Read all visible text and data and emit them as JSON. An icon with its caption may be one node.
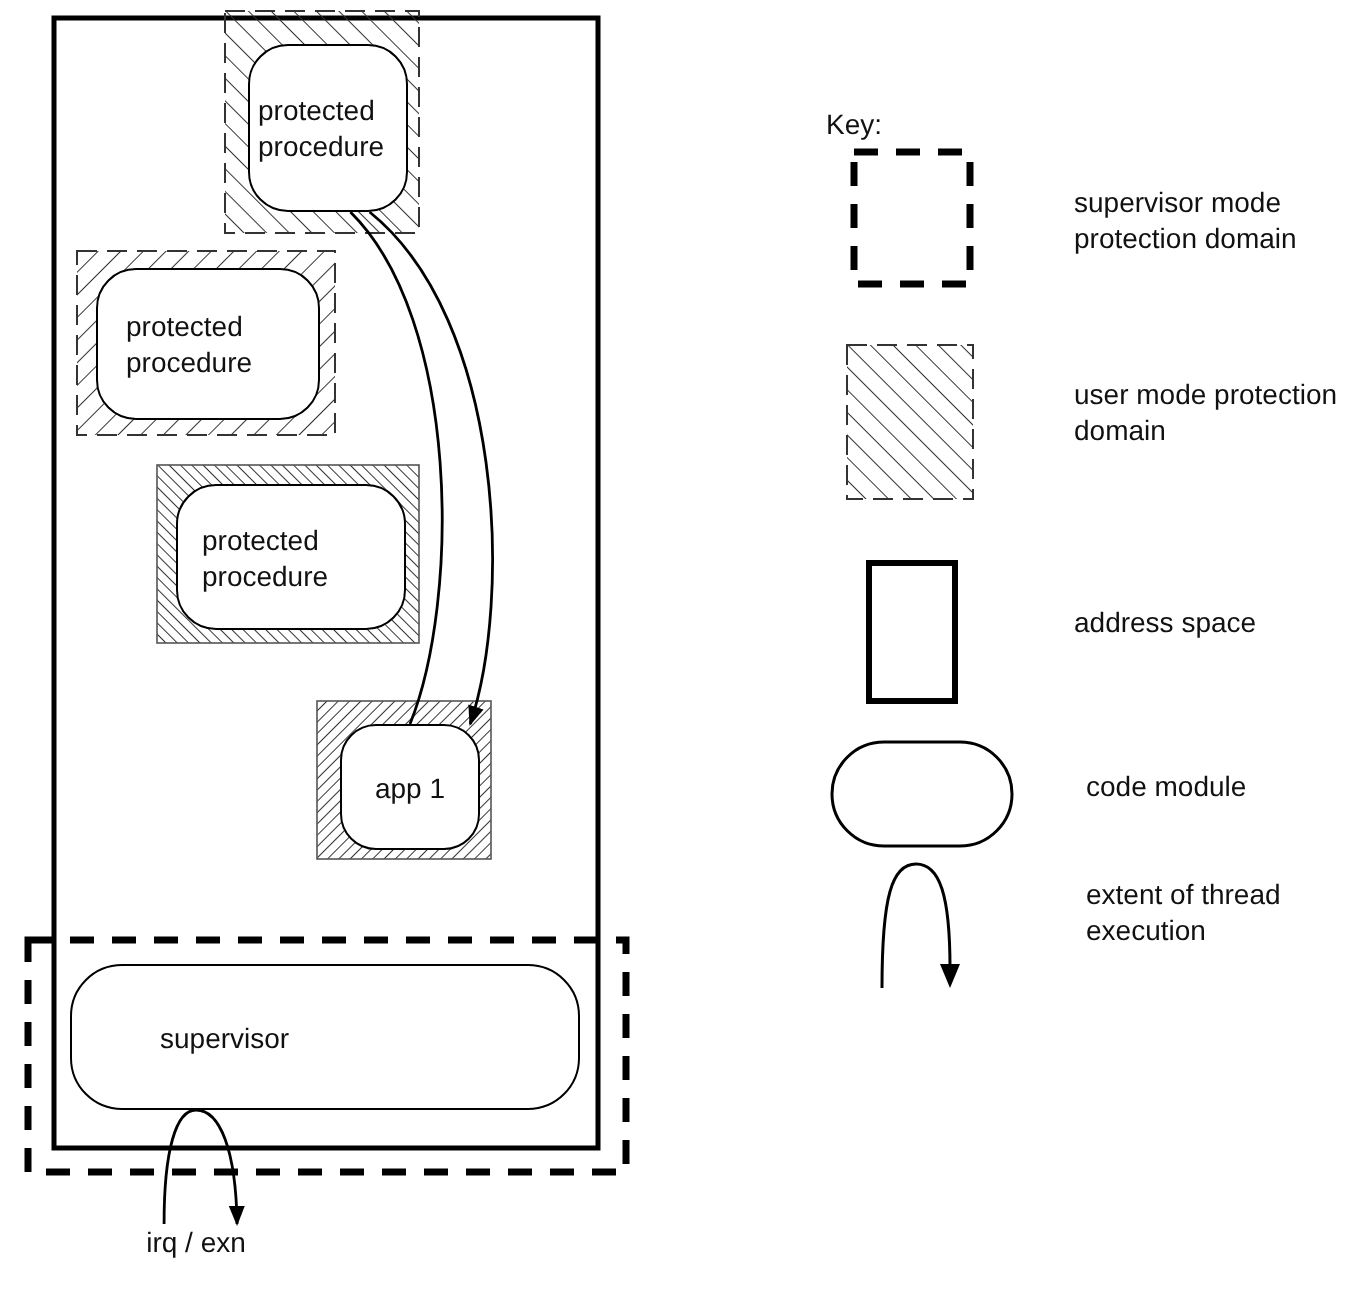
{
  "diagram": {
    "nodes": [
      {
        "text": [],
        "shape": "box"
      },
      {
        "text": [],
        "shape": "box",
        "in": 0
      },
      {
        "text": [
          "protected procedure"
        ],
        "in": 1
      },
      {
        "text": [],
        "shape": "box",
        "in": 0
      },
      {
        "text": [
          "protected procedure"
        ],
        "in": 3
      },
      {
        "text": [],
        "shape": "box",
        "in": 0
      },
      {
        "text": [
          "protected procedure"
        ],
        "in": 5
      },
      {
        "text": [],
        "shape": "box",
        "in": 0
      },
      {
        "text": [
          "app 1"
        ],
        "in": 7
      },
      {
        "text": [],
        "shape": "box"
      },
      {
        "text": [
          "supervisor"
        ],
        "in": 9
      },
      {
        "text": [
          "irq / exn"
        ]
      }
    ],
    "edges": [
      {
        "from": 8,
        "to": 2,
        "arrow": "none"
      },
      {
        "from": 2,
        "to": 8,
        "arrow": "to"
      },
      {
        "from": 11,
        "to": 10,
        "arrow": "none"
      },
      {
        "from": 10,
        "to": 11,
        "arrow": "to"
      }
    ],
    "labels": [
      "Key:"
    ],
    "legend": [
      {
        "text": "supervisor mode protection domain"
      },
      {
        "text": "user mode protection domain"
      },
      {
        "text": "address space"
      },
      {
        "text": "code module"
      },
      {
        "text": "extent of thread execution"
      }
    ]
  }
}
